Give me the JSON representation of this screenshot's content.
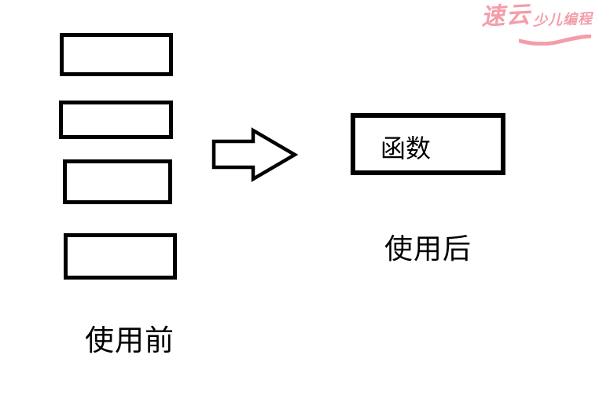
{
  "watermark": {
    "brand_main": "速云",
    "brand_sub": "少儿编程",
    "color": "#f49daa"
  },
  "diagram": {
    "before": {
      "label": "使用前",
      "box_count": 4
    },
    "after": {
      "label": "使用后"
    },
    "function_box": {
      "label": "函数"
    },
    "arrow_icon": "block-arrow-right",
    "colors": {
      "stroke": "#000000",
      "background": "#ffffff"
    }
  }
}
